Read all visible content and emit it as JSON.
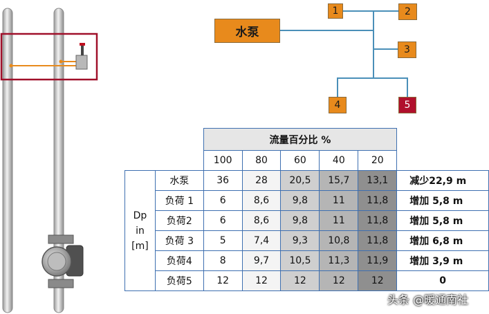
{
  "diagram": {
    "pump_label": "水泵",
    "nodes": [
      "1",
      "2",
      "3",
      "4",
      "5"
    ]
  },
  "table": {
    "header_title": "流量百分比 %",
    "flow_percents": [
      "100",
      "80",
      "60",
      "40",
      "20"
    ],
    "side_label_lines": [
      "Dp",
      "in",
      "[m]"
    ],
    "rows": [
      {
        "label": "水泵",
        "values": [
          "36",
          "28",
          "20,5",
          "15,7",
          "13,1"
        ],
        "result": "减少22,9 m"
      },
      {
        "label": "负荷 1",
        "values": [
          "6",
          "8,6",
          "9,8",
          "11",
          "11,8"
        ],
        "result": "增加 5,8 m"
      },
      {
        "label": "负荷2",
        "values": [
          "6",
          "8,6",
          "9,8",
          "11",
          "11,8"
        ],
        "result": "增加 5,8 m"
      },
      {
        "label": "负荷 3",
        "values": [
          "5",
          "7,4",
          "9,3",
          "10,8",
          "11,8"
        ],
        "result": "增加 6,8 m"
      },
      {
        "label": "负荷4",
        "values": [
          "8",
          "9,7",
          "10,5",
          "11,3",
          "11,9"
        ],
        "result": "增加 3,9 m"
      },
      {
        "label": "负荷5",
        "values": [
          "12",
          "12",
          "12",
          "12",
          "12"
        ],
        "result": "0"
      }
    ]
  },
  "watermark": "头条 @暖通南社",
  "colors": {
    "orange": "#e88a1c",
    "red": "#b0102c",
    "line": "#4a8fb8",
    "frame": "#a0102a"
  }
}
